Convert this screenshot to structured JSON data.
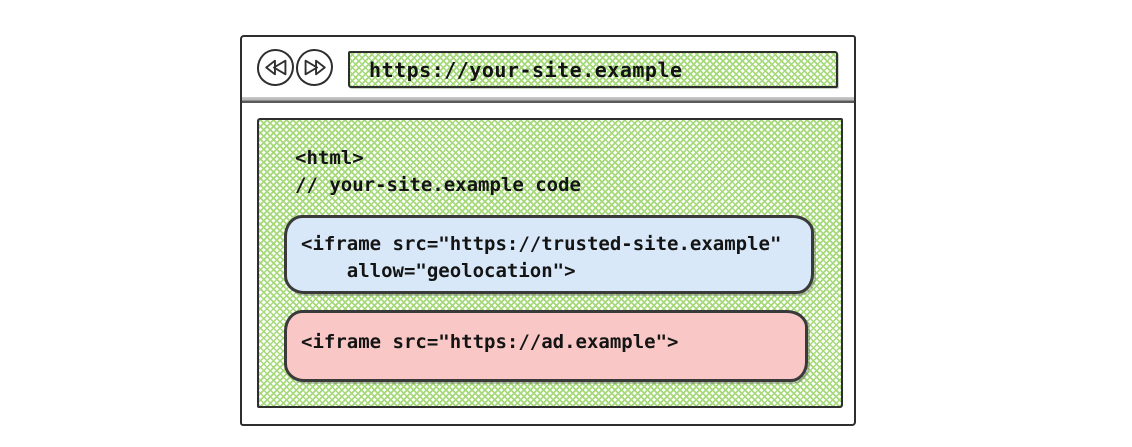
{
  "colors": {
    "ink": "#2e2e2e",
    "hatch_green": "#a6d87c",
    "trusted_bg": "#d8e8f9",
    "ad_bg": "#f9c8c6"
  },
  "browser": {
    "back_icon": "rewind-double-left-arrow",
    "forward_icon": "fast-forward-double-right-arrow",
    "url": "https://your-site.example"
  },
  "page_code": {
    "line1": "<html>",
    "line2": "// your-site.example code"
  },
  "iframes": {
    "trusted": {
      "code_line1": "<iframe src=\"https://trusted-site.example\"",
      "code_line2": "    allow=\"geolocation\">"
    },
    "ad": {
      "code_line1": "<iframe src=\"https://ad.example\">"
    }
  }
}
